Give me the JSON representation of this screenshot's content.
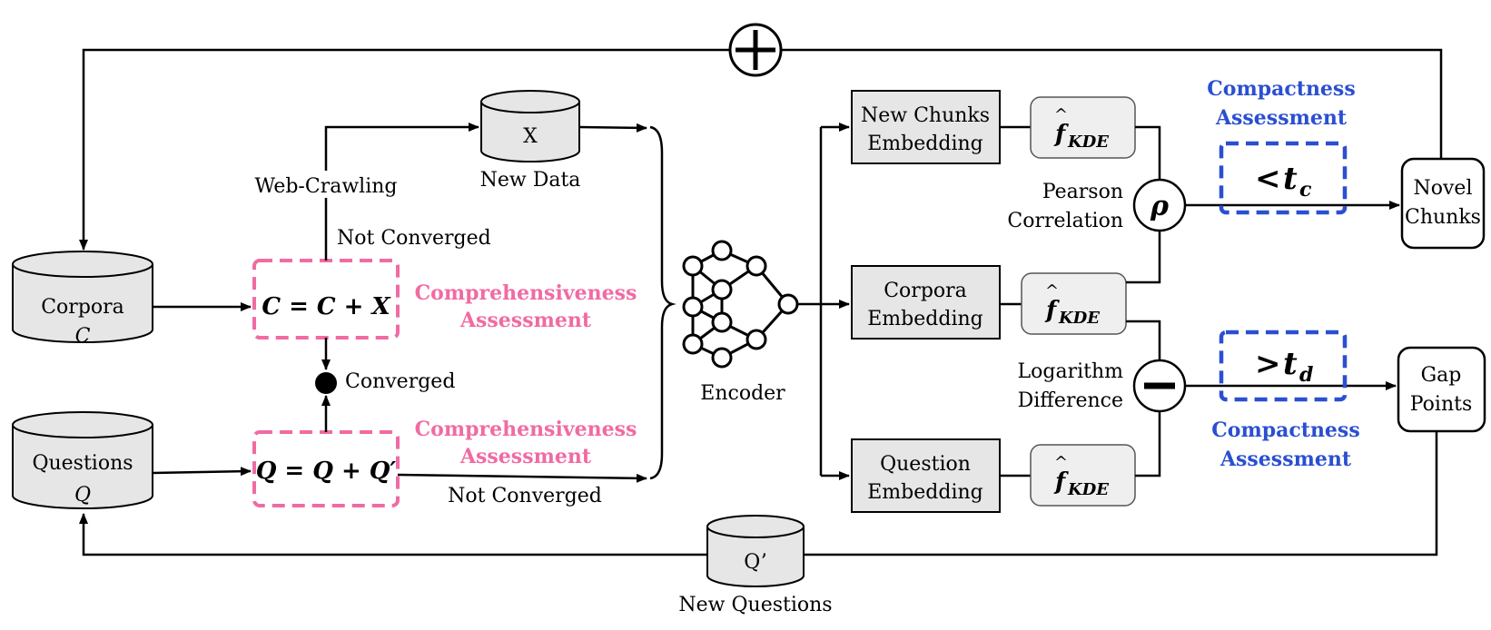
{
  "corpora": {
    "label": "Corpora",
    "symbol": "C"
  },
  "questions": {
    "label": "Questions",
    "symbol": "Q"
  },
  "x_db": {
    "label": "X",
    "caption": "New Data"
  },
  "qprime_db": {
    "label": "Q’",
    "caption": "New Questions"
  },
  "web_crawling": "Web-Crawling",
  "not_converged_top": "Not Converged",
  "converged": "Converged",
  "not_converged_bottom": "Not Converged",
  "c_update": "C = C + X",
  "q_update": "Q = Q + Q′",
  "comprehensiveness": [
    "Comprehensiveness",
    "Assessment"
  ],
  "encoder": "Encoder",
  "new_chunks_embedding": [
    "New Chunks",
    "Embedding"
  ],
  "corpora_embedding": [
    "Corpora",
    "Embedding"
  ],
  "question_embedding": [
    "Question",
    "Embedding"
  ],
  "kde": {
    "f": "f",
    "sub": "KDE"
  },
  "pearson": [
    "Pearson",
    "Correlation"
  ],
  "rho": "ρ",
  "logdiff": [
    "Logarithm",
    "Difference"
  ],
  "compactness": [
    "Compactness",
    "Assessment"
  ],
  "tc": {
    "op": "<",
    "t": "t",
    "sub": "c"
  },
  "td": {
    "op": ">",
    "t": "t",
    "sub": "d"
  },
  "novel_chunks": [
    "Novel",
    "Chunks"
  ],
  "gap_points": [
    "Gap",
    "Points"
  ],
  "colors": {
    "pink": "#f06ba3",
    "blue": "#2b4fd1",
    "box_fill": "#e6e6e6"
  }
}
